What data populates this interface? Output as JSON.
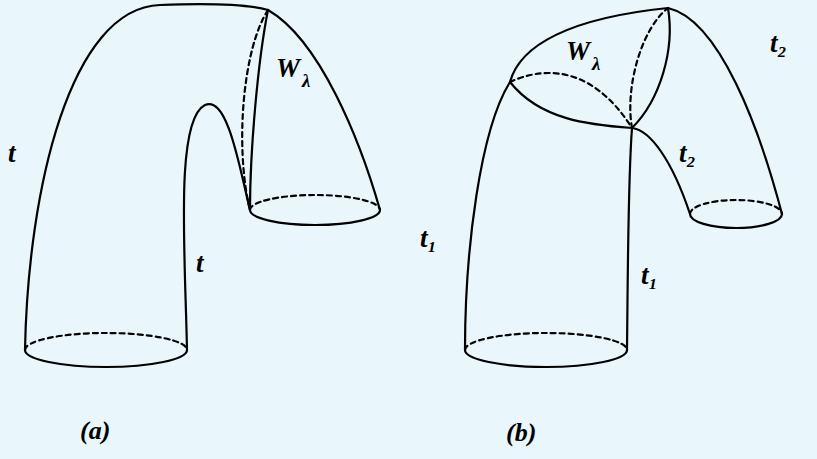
{
  "diagram": {
    "labels": [
      "t",
      "t",
      "W",
      "λ",
      "(a)",
      "t₁",
      "t₁",
      "W",
      "λ",
      "t₂",
      "t₂",
      "(b)"
    ]
  }
}
